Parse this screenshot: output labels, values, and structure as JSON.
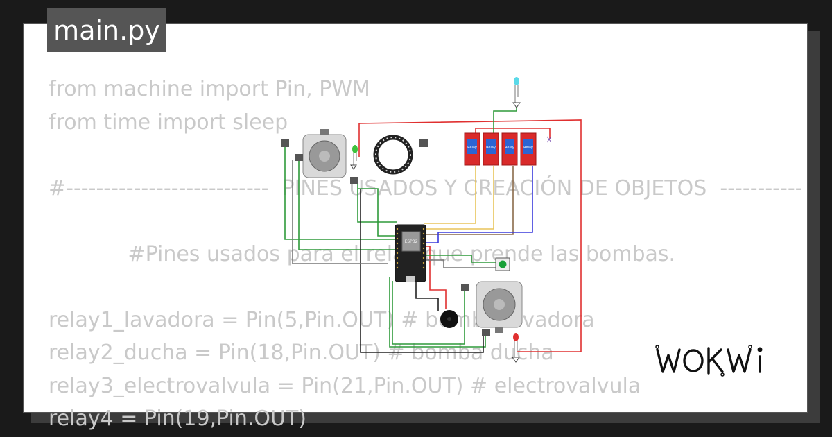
{
  "tab": {
    "title": "main.py"
  },
  "code": {
    "lines": [
      "from machine import Pin, PWM",
      "from time import sleep",
      "",
      "#---------------------------  PINES USADOS Y CREACIÓN DE OBJETOS  -----------",
      "",
      "            #Pines usados para el relay que prende las bombas.",
      "",
      "relay1_lavadora = Pin(5,Pin.OUT) # bomba lavadora",
      "relay2_ducha = Pin(18,Pin.OUT) # bomba ducha",
      "relay3_electrovalvula = Pin(21,Pin.OUT) # electrovalvula",
      "relay4 = Pin(19,Pin.OUT)"
    ]
  },
  "diagram": {
    "esp32_label": "ESP32",
    "relay_label": "Relay"
  },
  "brand": {
    "logo_text": "WOKWi"
  },
  "colors": {
    "background": "#1a1a1a",
    "tab": "#555555",
    "code_text": "#c9c9c9",
    "wire_red": "#e03030",
    "wire_green": "#2e9a3a",
    "wire_blue": "#3a3adc",
    "wire_yellow": "#e8c45a"
  }
}
